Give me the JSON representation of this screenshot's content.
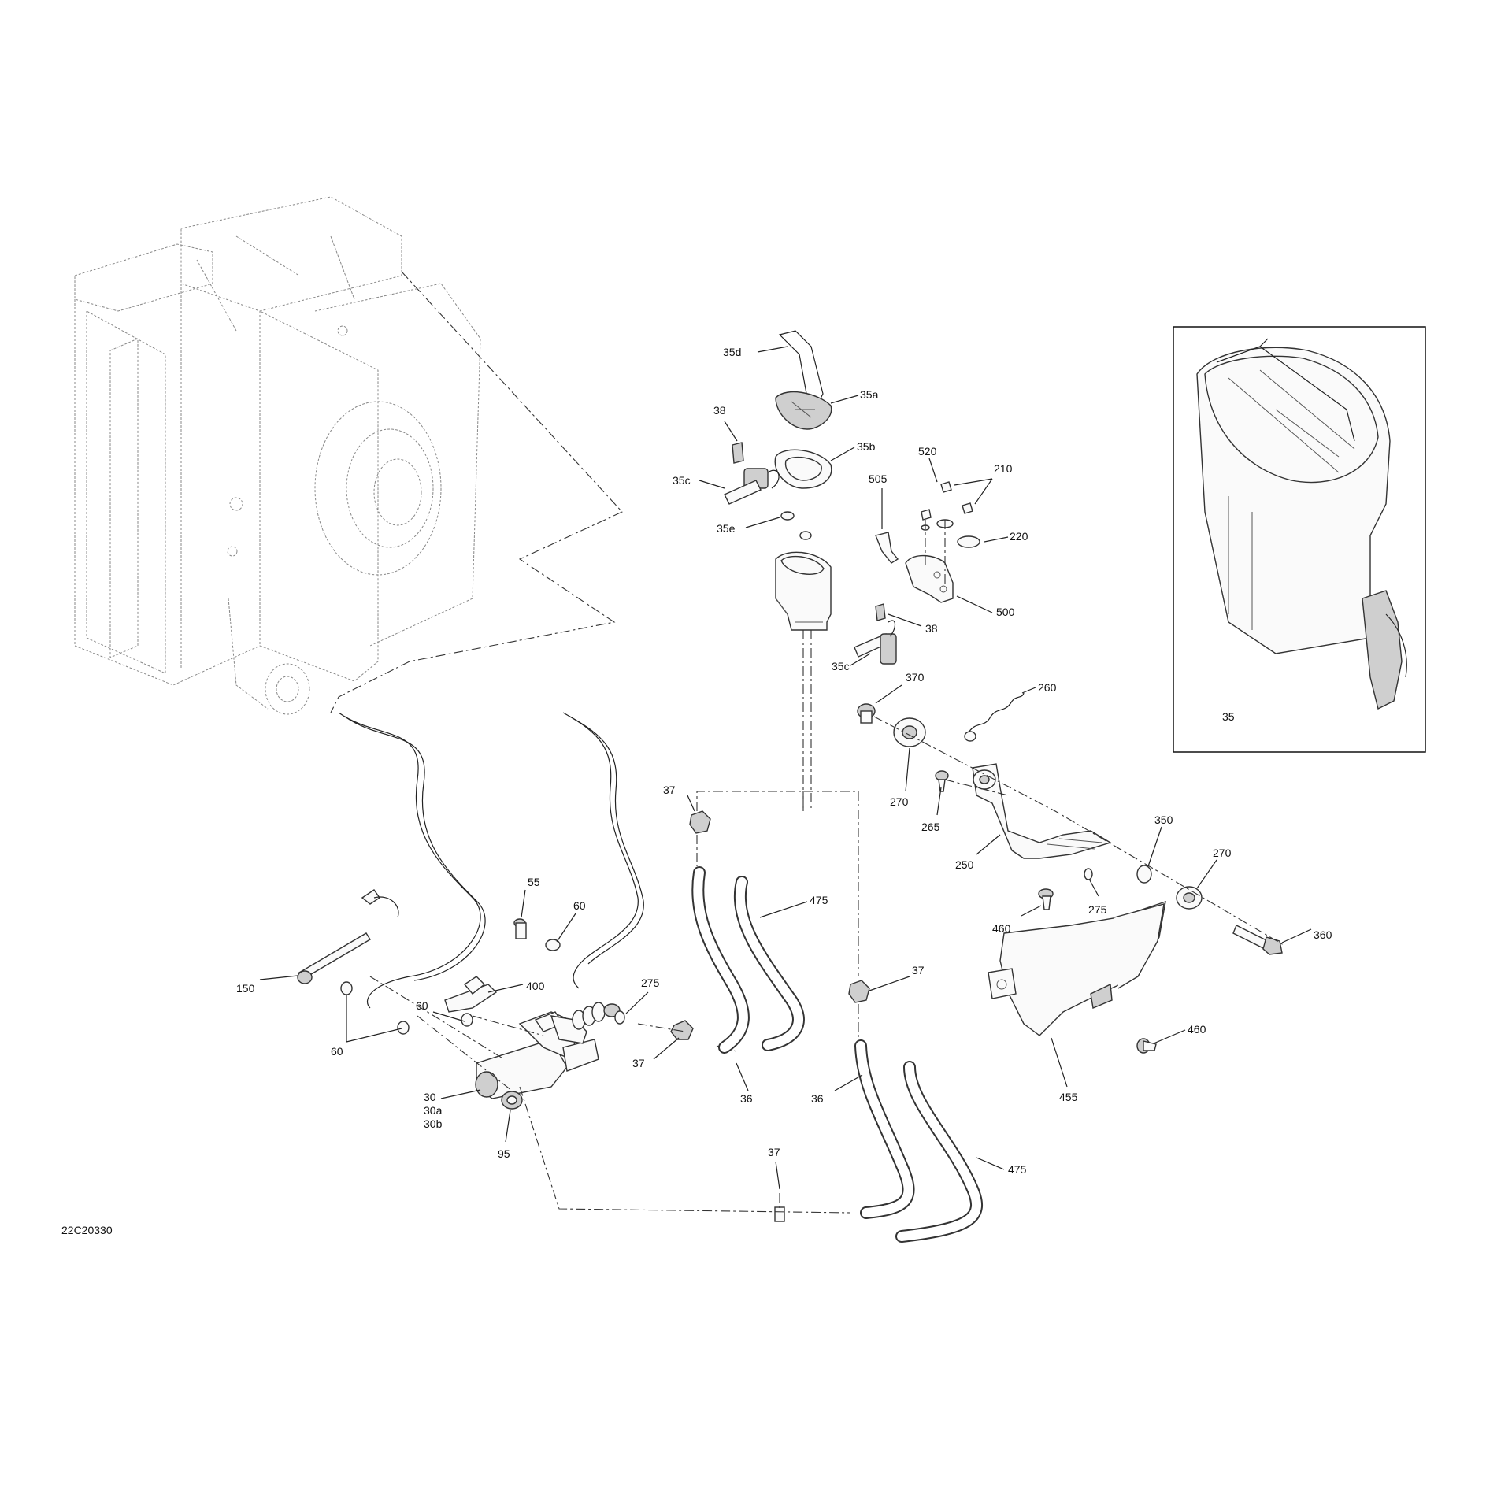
{
  "drawing_id": "22C20330",
  "callouts": {
    "c35d": "35d",
    "c35a": "35a",
    "c38a": "38",
    "c35b": "35b",
    "c35c_top": "35c",
    "c35e": "35e",
    "c520": "520",
    "c210": "210",
    "c505": "505",
    "c220": "220",
    "c500": "500",
    "c38b": "38",
    "c35c_bottom": "35c",
    "c370": "370",
    "c260": "260",
    "c270_top": "270",
    "c265": "265",
    "c37_top": "37",
    "c475_top": "475",
    "c350": "350",
    "c270_right": "270",
    "c250": "250",
    "c275_right": "275",
    "c460_top": "460",
    "c360": "360",
    "c55": "55",
    "c60_top": "60",
    "c150": "150",
    "c400": "400",
    "c275_left": "275",
    "c37_mid": "37",
    "c60_mid": "60",
    "c60_left": "60",
    "c37_left": "37",
    "c460_bottom": "460",
    "c30": "30",
    "c30a": "30a",
    "c30b": "30b",
    "c36_left": "36",
    "c36_right": "36",
    "c455": "455",
    "c95": "95",
    "c37_bottom": "37",
    "c475_bottom": "475",
    "c35_inset": "35"
  }
}
